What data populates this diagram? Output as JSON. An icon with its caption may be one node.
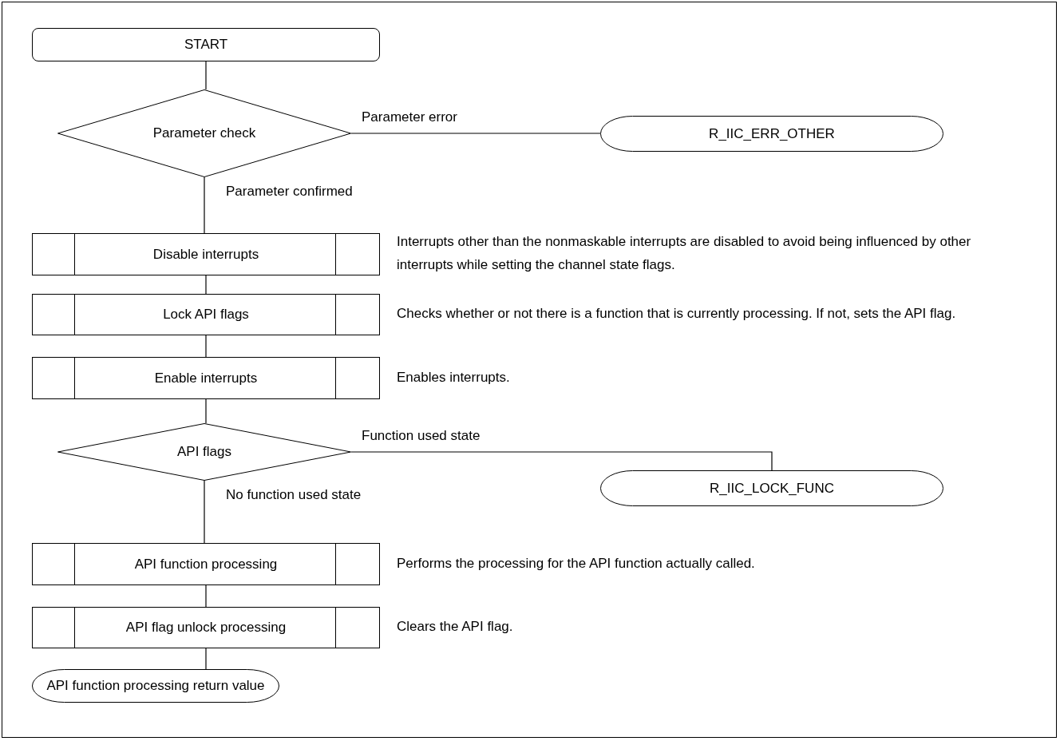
{
  "diagram": {
    "nodes": [
      {
        "text": [
          "START"
        ]
      },
      {
        "text": [
          "Parameter check"
        ]
      },
      {
        "text": [
          "R_IIC_ERR_OTHER"
        ]
      },
      {
        "text": [
          "Disable interrupts"
        ],
        "beside": [
          "Interrupts other than the nonmaskable interrupts are disabled to avoid being influenced by other interrupts while setting the channel state flags."
        ]
      },
      {
        "text": [
          "Lock API flags"
        ],
        "beside": [
          "Checks whether or not there is a function that is currently processing. If not, sets the API flag."
        ]
      },
      {
        "text": [
          "Enable interrupts"
        ],
        "beside": [
          "Enables interrupts."
        ]
      },
      {
        "text": [
          "API flags"
        ]
      },
      {
        "text": [
          "R_IIC_LOCK_FUNC"
        ]
      },
      {
        "text": [
          "API function processing"
        ],
        "beside": [
          "Performs the processing for the API function actually called."
        ]
      },
      {
        "text": [
          "API flag unlock processing"
        ],
        "beside": [
          "Clears the API flag."
        ]
      },
      {
        "text": [
          "API function processing return value"
        ]
      }
    ],
    "edges": [
      {
        "from": 0,
        "to": 1,
        "arrow": "none"
      },
      {
        "from": 1,
        "to": 2,
        "arrow": "none",
        "label": "Parameter error"
      },
      {
        "from": 1,
        "to": 3,
        "arrow": "none",
        "label": "Parameter confirmed"
      },
      {
        "from": 3,
        "to": 4,
        "arrow": "none"
      },
      {
        "from": 4,
        "to": 5,
        "arrow": "none"
      },
      {
        "from": 5,
        "to": 6,
        "arrow": "none"
      },
      {
        "from": 6,
        "to": 7,
        "arrow": "none",
        "label": "Function used state"
      },
      {
        "from": 6,
        "to": 8,
        "arrow": "none",
        "label": "No function used state"
      },
      {
        "from": 8,
        "to": 9,
        "arrow": "none"
      },
      {
        "from": 9,
        "to": 10,
        "arrow": "none"
      }
    ]
  }
}
